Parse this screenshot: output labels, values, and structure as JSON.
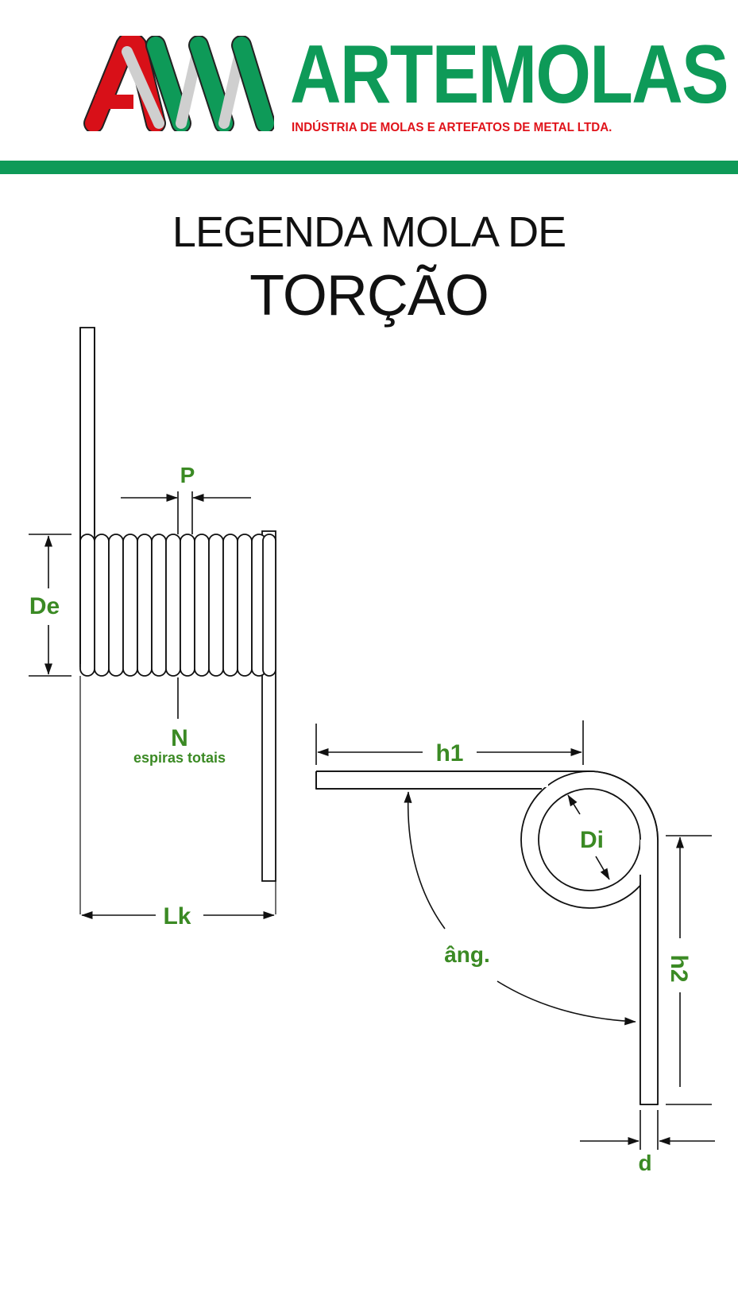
{
  "brand": {
    "name": "ARTEMOLAS",
    "tagline": "INDÚSTRIA DE MOLAS E ARTEFATOS DE METAL LTDA.",
    "colors": {
      "green": "#0e9a58",
      "red": "#e0141b",
      "label_green": "#3b8a24"
    }
  },
  "title": {
    "line1": "LEGENDA MOLA DE",
    "line2": "TORÇÃO"
  },
  "labels": {
    "pitch": "P",
    "outer_diameter": "De",
    "coils": "N",
    "coils_caption": "espiras totais",
    "body_length": "Lk",
    "leg1": "h1",
    "inner_diameter": "Di",
    "angle": "âng.",
    "leg2": "h2",
    "wire_diameter": "d"
  }
}
